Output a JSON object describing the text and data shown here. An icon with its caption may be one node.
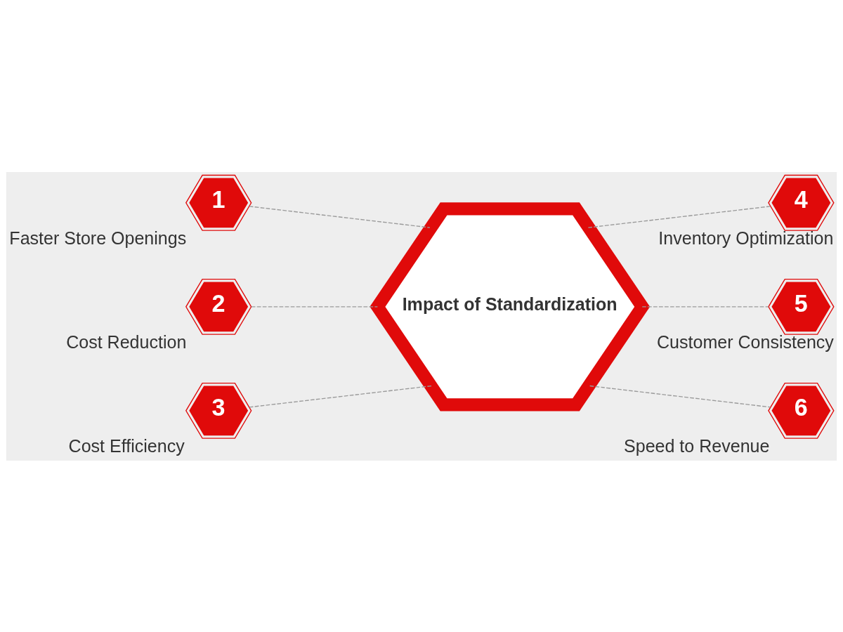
{
  "diagram": {
    "nodes": [
      {
        "text": [
          "Impact of Standardization"
        ]
      },
      {
        "text": [
          "1"
        ],
        "beside": [
          "Faster Store Openings"
        ]
      },
      {
        "text": [
          "2"
        ],
        "beside": [
          "Cost Reduction"
        ]
      },
      {
        "text": [
          "3"
        ],
        "beside": [
          "Cost Efficiency"
        ]
      },
      {
        "text": [
          "4"
        ],
        "beside": [
          "Inventory Optimization"
        ]
      },
      {
        "text": [
          "5"
        ],
        "beside": [
          "Customer Consistency"
        ]
      },
      {
        "text": [
          "6"
        ],
        "beside": [
          "Speed to Revenue"
        ]
      }
    ],
    "edges": [
      {
        "from": 1,
        "to": 0,
        "arrow": "none",
        "style": "dashed"
      },
      {
        "from": 2,
        "to": 0,
        "arrow": "none",
        "style": "dashed"
      },
      {
        "from": 3,
        "to": 0,
        "arrow": "none",
        "style": "dashed"
      },
      {
        "from": 0,
        "to": 4,
        "arrow": "none",
        "style": "dashed"
      },
      {
        "from": 0,
        "to": 5,
        "arrow": "none",
        "style": "dashed"
      },
      {
        "from": 0,
        "to": 6,
        "arrow": "none",
        "style": "dashed"
      }
    ]
  }
}
